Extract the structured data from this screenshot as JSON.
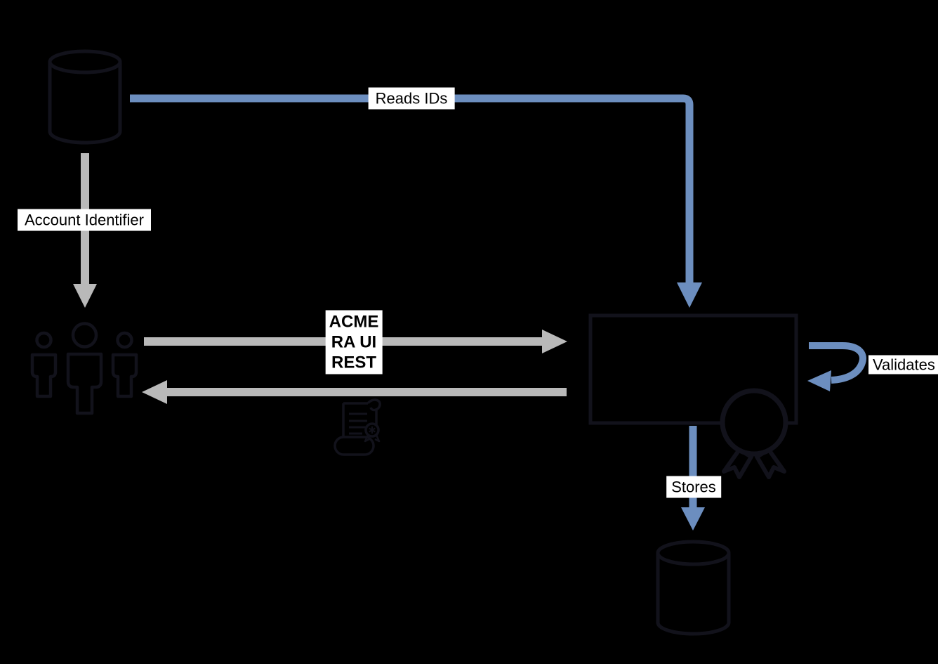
{
  "colors": {
    "background": "#000000",
    "arrow_blue": "#6c8ebf",
    "arrow_gray": "#b9b9b9",
    "shape_ink": "#12121b",
    "label_bg": "#ffffff",
    "label_text": "#000000"
  },
  "diagram": {
    "nodes": [
      {
        "id": "source-database",
        "icon": "database-cylinder-icon"
      },
      {
        "id": "users-group",
        "icon": "users-icon"
      },
      {
        "id": "service-box",
        "icon": "rectangle-shape"
      },
      {
        "id": "certificate-scroll",
        "icon": "certificate-scroll-icon"
      },
      {
        "id": "award-badge",
        "icon": "award-ribbon-icon"
      },
      {
        "id": "store-database",
        "icon": "database-cylinder-icon"
      }
    ],
    "labels": {
      "reads_ids": "Reads IDs",
      "account_identifier": "Account Identifier",
      "acme_lines": [
        "ACME",
        "RA UI",
        "REST"
      ],
      "validates": "Validates",
      "stores": "Stores"
    }
  }
}
